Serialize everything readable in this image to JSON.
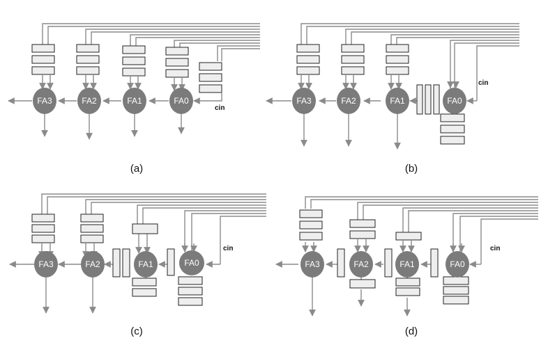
{
  "panels": [
    {
      "caption": "(a)",
      "fa_labels": [
        "FA3",
        "FA2",
        "FA1",
        "FA0"
      ],
      "cin_label": "cin"
    },
    {
      "caption": "(b)",
      "fa_labels": [
        "FA3",
        "FA2",
        "FA1",
        "FA0"
      ],
      "cin_label": "cin"
    },
    {
      "caption": "(c)",
      "fa_labels": [
        "FA3",
        "FA2",
        "FA1",
        "FA0"
      ],
      "cin_label": "cin"
    },
    {
      "caption": "(d)",
      "fa_labels": [
        "FA3",
        "FA2",
        "FA1",
        "FA0"
      ],
      "cin_label": "cin"
    }
  ],
  "colors": {
    "node": "#7b7b7b",
    "wire": "#8a8a8a",
    "register_fill": "#eeeeee",
    "register_stroke": "#222222"
  }
}
